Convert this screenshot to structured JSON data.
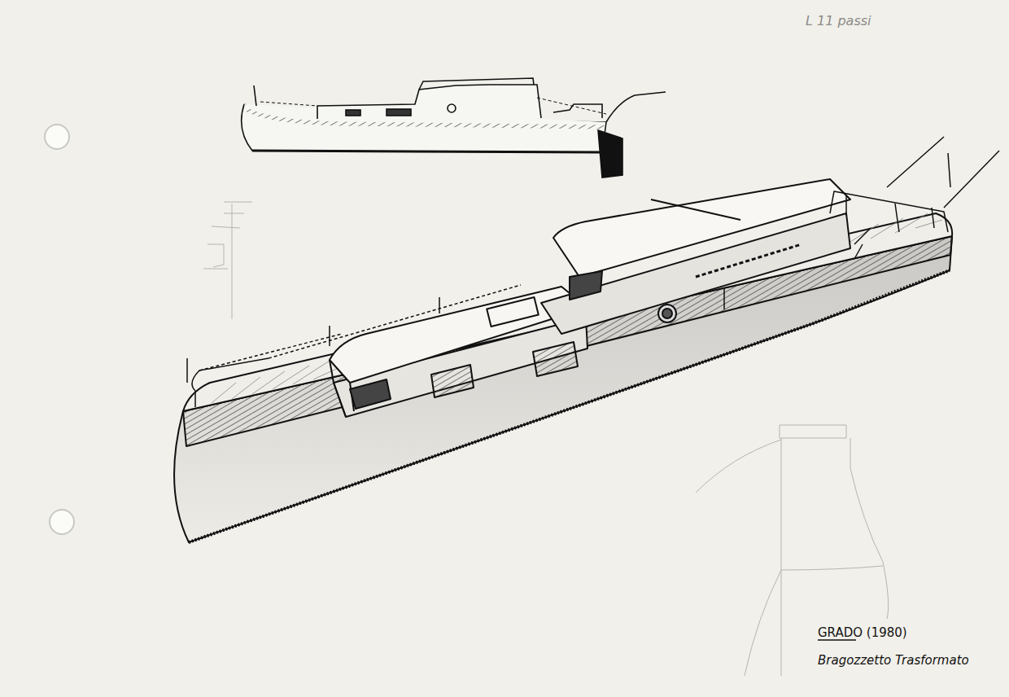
{
  "diagram": {
    "labels": [
      "L 11 passi",
      "GRADO (1980)",
      "Bragozzetto Trasformato"
    ]
  }
}
